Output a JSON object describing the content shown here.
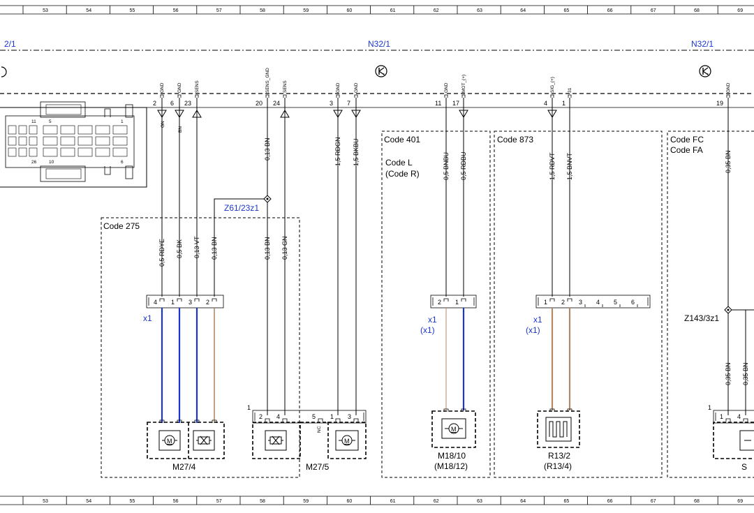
{
  "grid_columns": [
    "53",
    "54",
    "55",
    "56",
    "57",
    "58",
    "59",
    "60",
    "61",
    "62",
    "63",
    "64",
    "65",
    "66",
    "67",
    "68",
    "69"
  ],
  "section_labels": {
    "left": "2/1",
    "center": "N32/1",
    "right": "N32/1"
  },
  "code_boxes": {
    "c275": "Code 275",
    "c401": "Code 401",
    "c401_l": "Code L",
    "c401_r": "(Code R)",
    "c873": "Code 873",
    "cfc": "Code FC",
    "cfa": "Code FA"
  },
  "splices": {
    "z61": "Z61/23z1",
    "z143": "Z143/3z1"
  },
  "connectors": {
    "x1": "x1",
    "x1_paren": "(x1)"
  },
  "signals": {
    "s2": "GND",
    "s6": "GND",
    "s23": "SENS",
    "s20": "SENS_GND",
    "s24": "SENS",
    "s3": "GND",
    "s7": "GND",
    "s11": "GND",
    "s17": "MOT_(+)",
    "s4": "SIG_(+)",
    "s1": "31",
    "s19": "GND"
  },
  "top_pins": {
    "p2": "2",
    "p6": "6",
    "p23": "23",
    "p20": "20",
    "p24": "24",
    "p3": "3",
    "p7": "7",
    "p11": "11",
    "p17": "17",
    "p4": "4",
    "p1": "1",
    "p19": "19"
  },
  "wires": {
    "w_gn": "GN",
    "w_bn_a": "BN",
    "w_bn_b": "BN",
    "w_013bn_top": "0,13 BN",
    "w_15rdgn": "1,5 RDGN",
    "w_15bkbu": "1,5 BKBU",
    "w_05bnbu": "0,5 BNBU",
    "w_05rdbu": "0,5 RDBU",
    "w_15rdvt": "1,5 RDVT",
    "w_15bnvt": "1,5 BNVT",
    "w_035bn_top": "0,35 BN",
    "w_05rdye": "0,5 RDYE",
    "w_05bk": "0,5 BK",
    "w_013vt": "0,13 VT",
    "w_013bn_a": "0,13 BN",
    "w_013bn_b": "0,13 BN",
    "w_013gn": "0,13 GN",
    "w_035bn_a": "0,35 BN",
    "w_035bn_b": "0,35 BN"
  },
  "plug_pins": {
    "m274_a": "4",
    "m274_b": "1",
    "m274_c": "3",
    "m274_d": "2",
    "m18_a": "2",
    "m18_b": "1",
    "r13_a": "1",
    "r13_b": "2",
    "r13_c": "3",
    "r13_d": "4",
    "r13_e": "5",
    "r13_f": "6",
    "m275_corner": "1",
    "m275_a": "2",
    "m275_b": "4",
    "m275_c": "5",
    "m275_d": "1",
    "m275_e": "3",
    "nc": "NC",
    "s_corner": "1",
    "s_a": "1",
    "s_b": "4"
  },
  "plug_pins_ecu": {
    "c11": "11",
    "c5": "5",
    "c1": "1",
    "c10": "10",
    "c6": "6",
    "c26": "26"
  },
  "components": {
    "m274": "M27/4",
    "m275": "M27/5",
    "m1810": "M18/10",
    "m1812": "(M18/12)",
    "r132": "R13/2",
    "r134": "(R13/4)",
    "s_right": "S"
  },
  "symbols": {
    "motor": "M",
    "ground_top_a": "ground-icon",
    "ground_top_b": "ground-icon",
    "ground_top_c": "ground-icon"
  },
  "colors": {
    "wire_blue": "#1a35d0",
    "wire_brown": "#b08a68",
    "label_blue": "#1a35d0",
    "line_black": "#000000"
  }
}
